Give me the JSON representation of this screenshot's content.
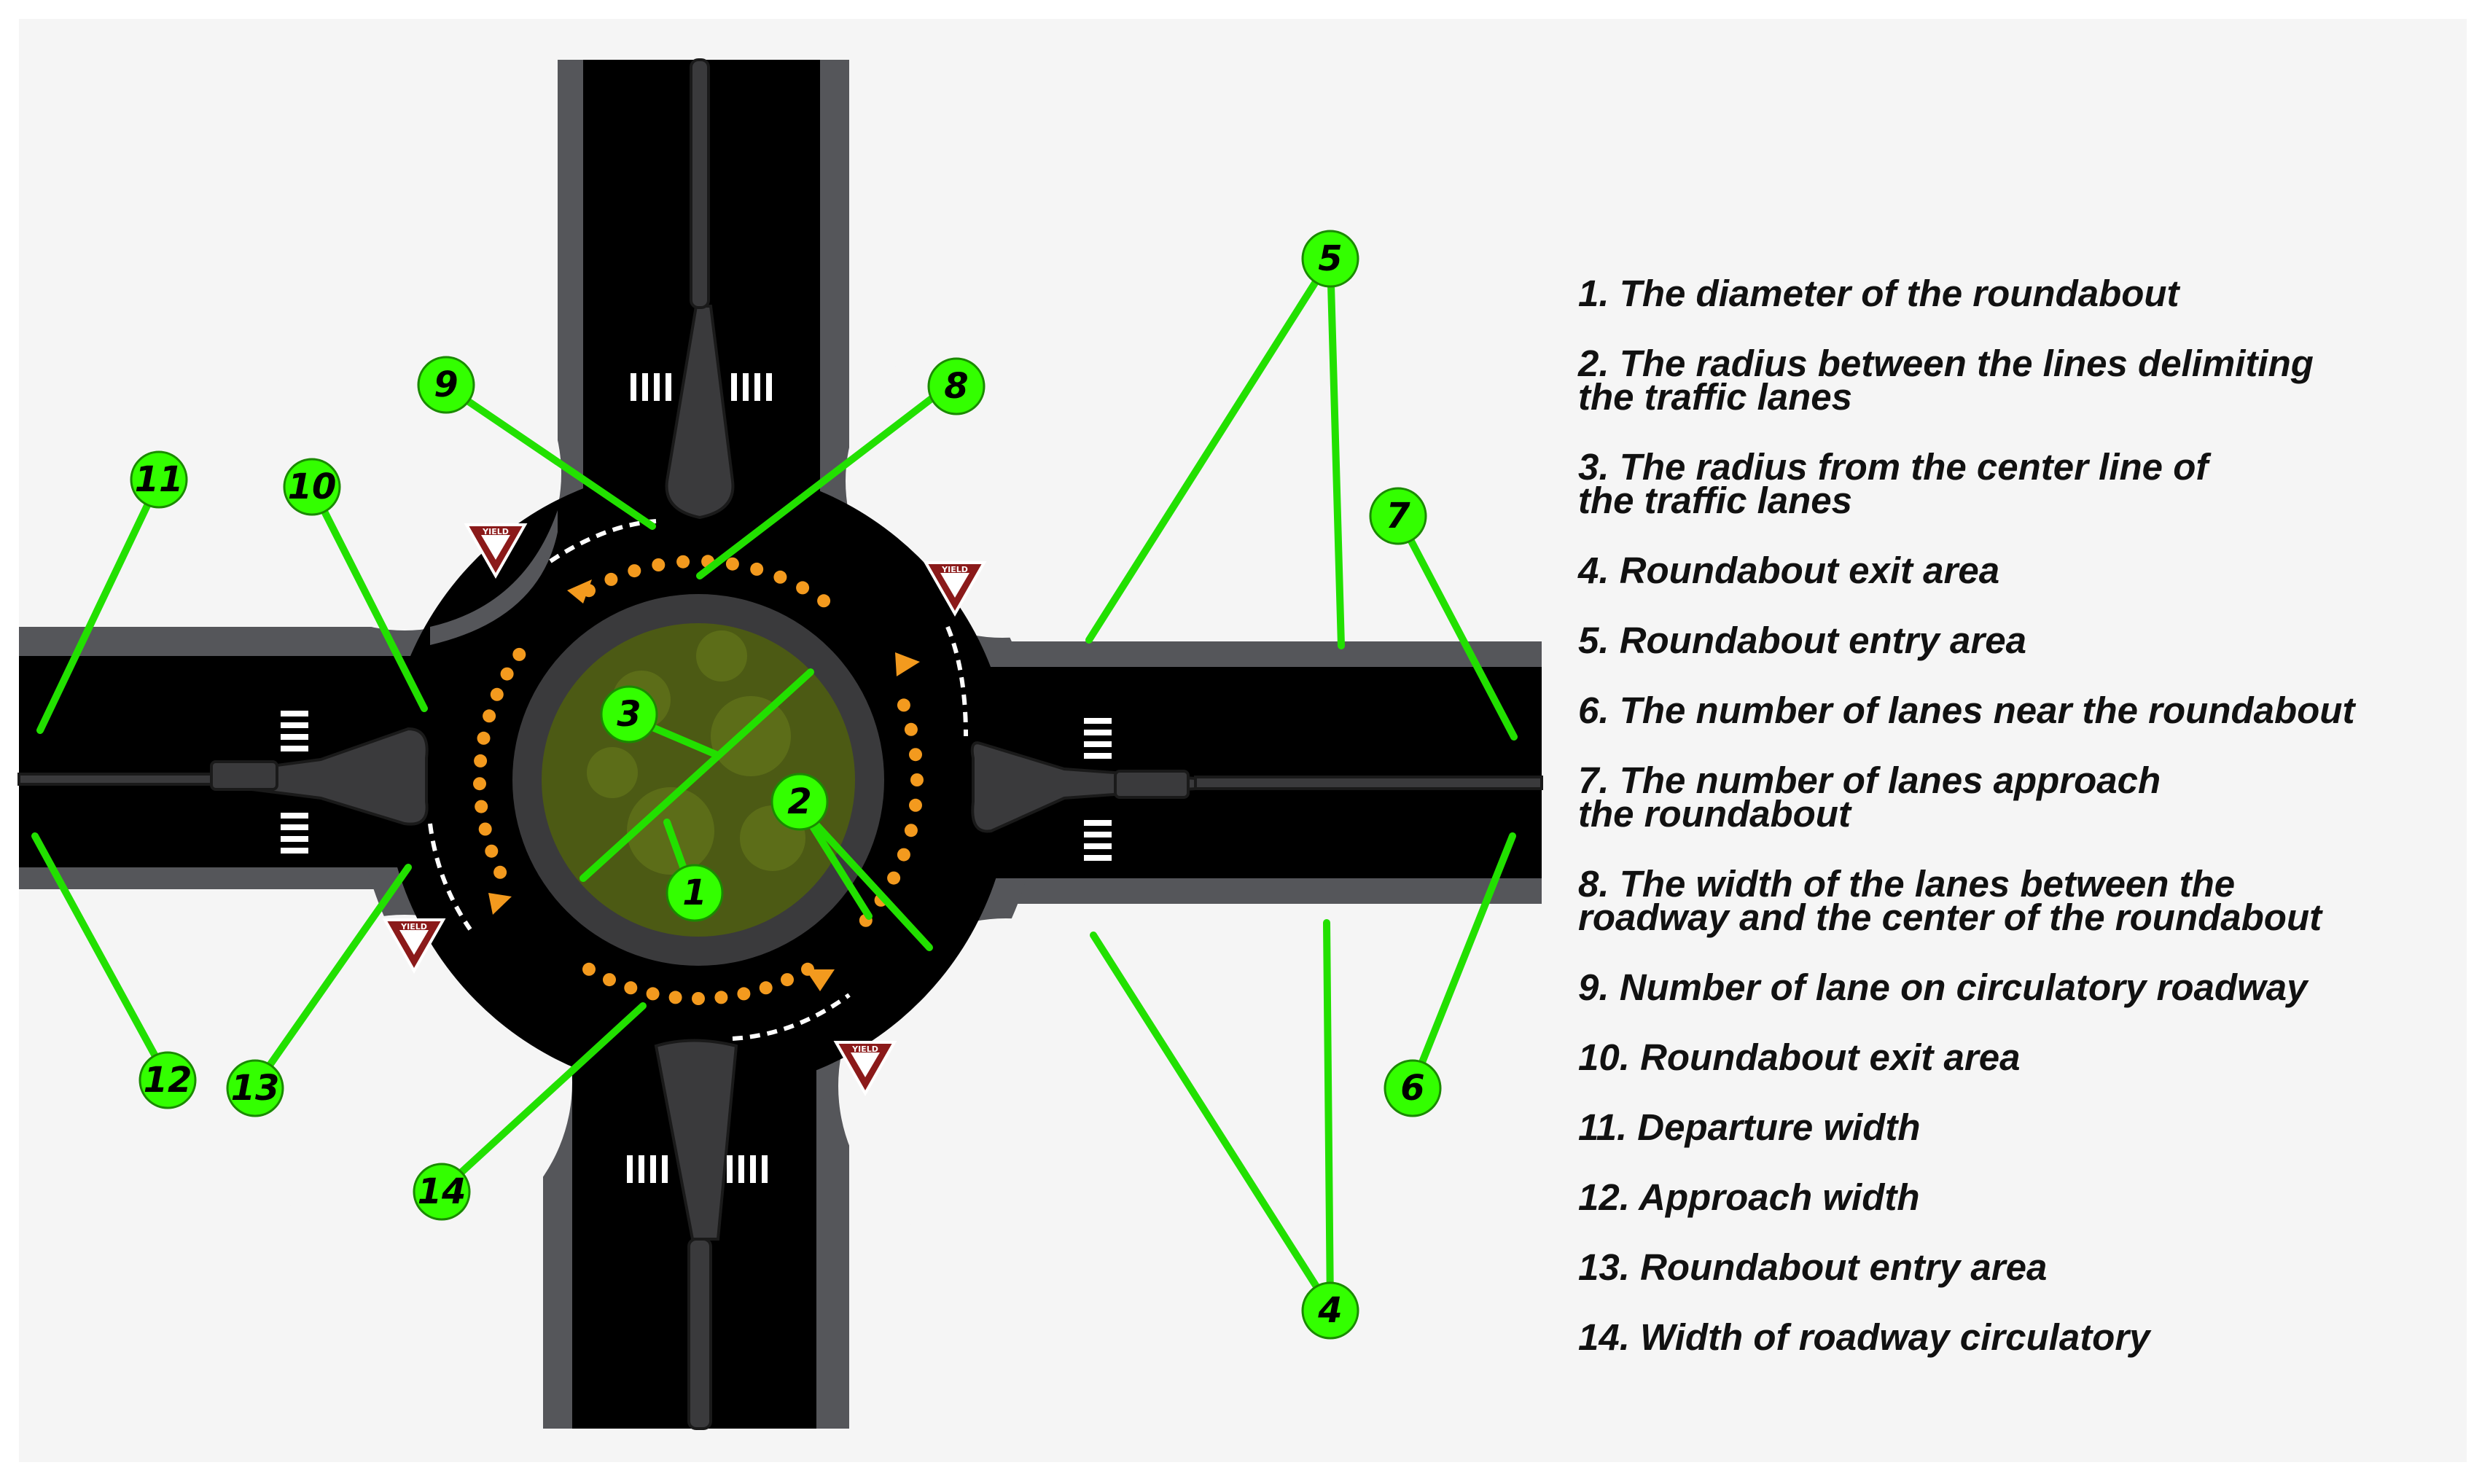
{
  "colors": {
    "background": "#f5f5f5",
    "sidewalk": "#55565a",
    "road": "#000000",
    "island": "#3a3a3c",
    "grass": "#4c5a14",
    "marker": "#33ff00",
    "marker_line": "#22e000",
    "arrow": "#f39a1e",
    "yield_sign": "#8b1a1a"
  },
  "icons": {
    "yield_sign": "yield-sign-icon",
    "direction_arrow": "orange-triangle-arrow-icon",
    "crosswalk": "crosswalk-stripes-icon"
  },
  "diagram": {
    "yield_sign_text": "YIELD",
    "markers": [
      "1",
      "2",
      "3",
      "4",
      "5",
      "6",
      "7",
      "8",
      "9",
      "10",
      "11",
      "12",
      "13",
      "14"
    ]
  },
  "legend": {
    "items": [
      "1. The diameter of the roundabout",
      "2. The radius between the lines delimiting\nthe traffic lanes",
      "3. The radius from the center line of\nthe traffic lanes",
      "4. Roundabout exit area",
      "5. Roundabout entry area",
      "6. The number of lanes near the roundabout",
      "7. The number of lanes approach\nthe roundabout",
      "8. The width of the lanes between the\nroadway and the center of the roundabout",
      "9. Number of lane on circulatory roadway",
      "10. Roundabout exit area",
      "11. Departure width",
      "12. Approach width",
      "13. Roundabout entry area",
      "14. Width of roadway circulatory"
    ]
  }
}
